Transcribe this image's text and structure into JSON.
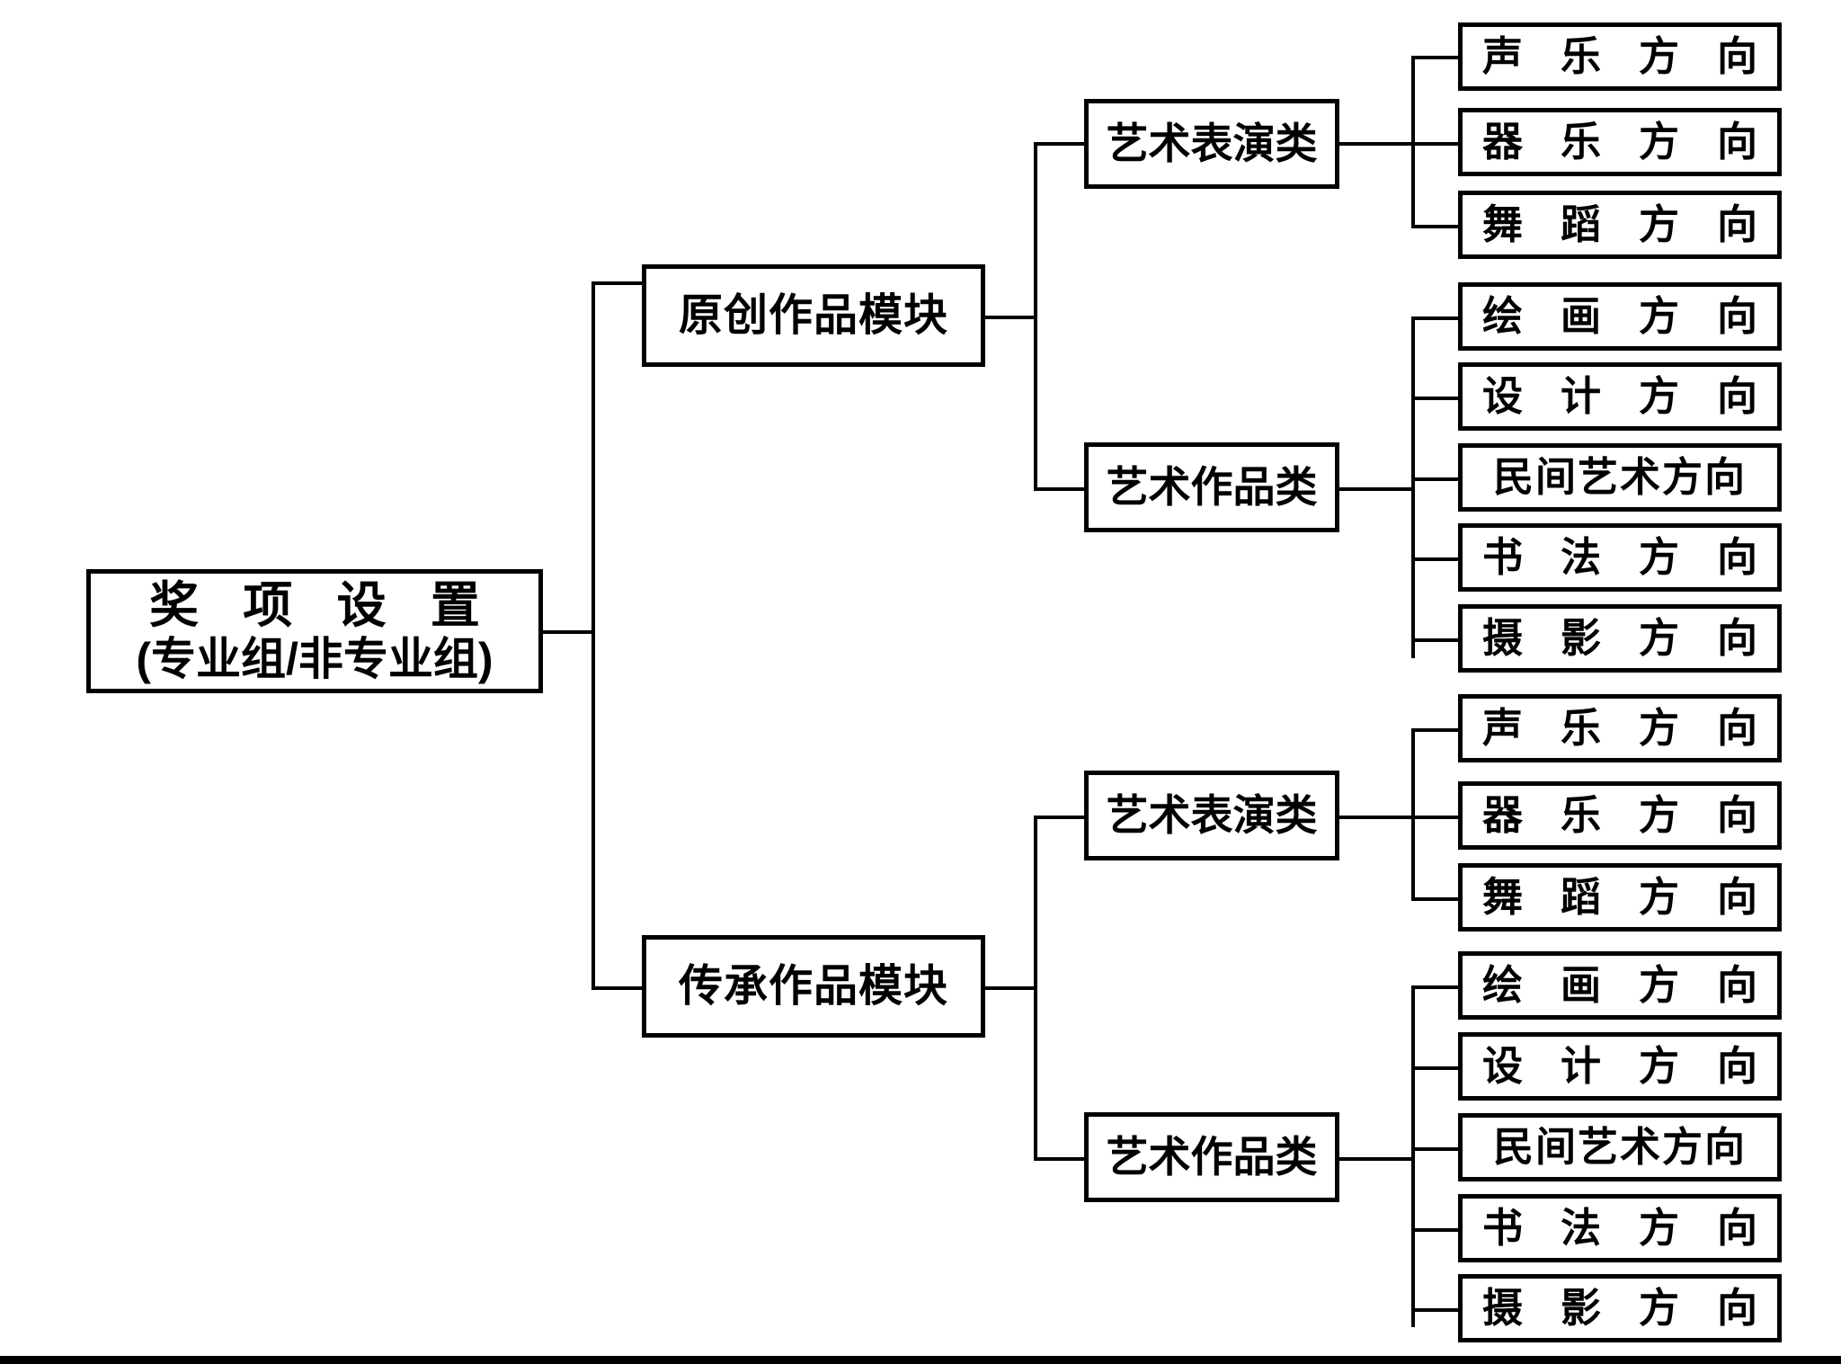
{
  "diagram": {
    "type": "tree",
    "orientation": "left-to-right",
    "root": {
      "line1": "奖 项 设 置",
      "line2": "(专业组/非专业组)"
    },
    "modules": [
      {
        "label": "原创作品模块",
        "categories": [
          {
            "label": "艺术表演类",
            "leaves": [
              "声乐方向",
              "器乐方向",
              "舞蹈方向"
            ]
          },
          {
            "label": "艺术作品类",
            "leaves": [
              "绘画方向",
              "设计方向",
              "民间艺术方向",
              "书法方向",
              "摄影方向"
            ]
          }
        ]
      },
      {
        "label": "传承作品模块",
        "categories": [
          {
            "label": "艺术表演类",
            "leaves": [
              "声乐方向",
              "器乐方向",
              "舞蹈方向"
            ]
          },
          {
            "label": "艺术作品类",
            "leaves": [
              "绘画方向",
              "设计方向",
              "民间艺术方向",
              "书法方向",
              "摄影方向"
            ]
          }
        ]
      }
    ],
    "colors": {
      "stroke": "#000000",
      "fill": "#ffffff",
      "text": "#000000"
    }
  }
}
